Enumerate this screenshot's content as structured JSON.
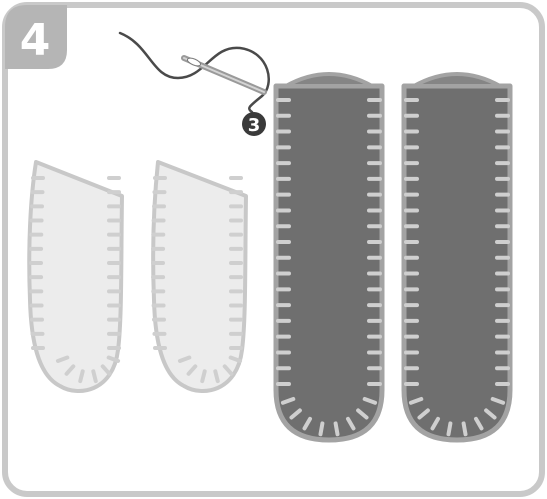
{
  "step_number": "4",
  "callout_number": "3",
  "colors": {
    "frame": "#c9c9c9",
    "badge": "#b5b5b5",
    "light_piece_fill": "#ececec",
    "light_piece_edge": "#c8c8c8",
    "dark_piece_fill": "#6f6f6f",
    "dark_piece_top": "#858585",
    "dark_piece_edge": "#a3a3a3",
    "stitch": "#cfcfcf",
    "callout": "#3a3a3a",
    "needle": "#9a9a9a",
    "thread": "#4a4a4a"
  },
  "pieces": [
    {
      "name": "light-piece-1",
      "tone": "light",
      "stitches_per_side": 13
    },
    {
      "name": "light-piece-2",
      "tone": "light",
      "stitches_per_side": 13
    },
    {
      "name": "dark-piece-1",
      "tone": "dark",
      "stitches_per_side": 19
    },
    {
      "name": "dark-piece-2",
      "tone": "dark",
      "stitches_per_side": 19
    }
  ],
  "icons": [
    "needle-icon",
    "thread-icon"
  ]
}
